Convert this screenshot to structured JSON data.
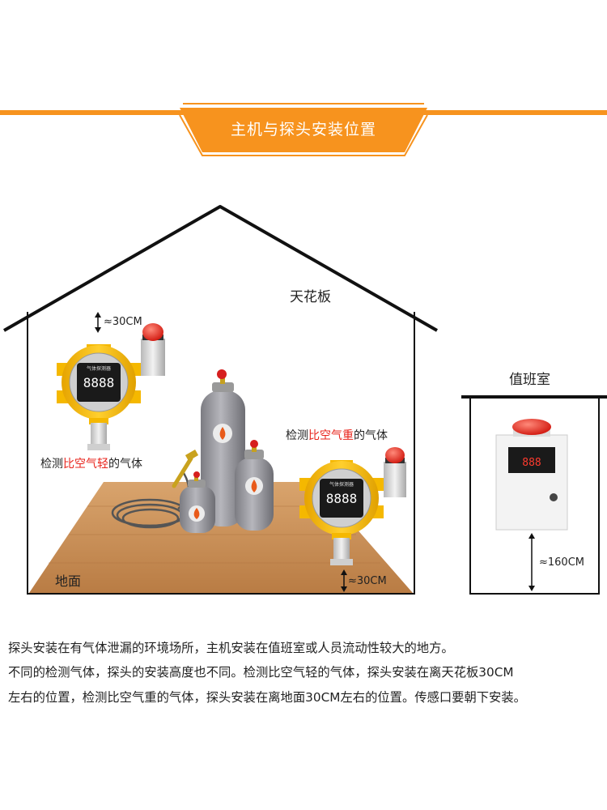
{
  "banner": {
    "title": "主机与探头安装位置"
  },
  "labels": {
    "ceiling": "天花板",
    "floor": "地面",
    "duty_room": "值班室",
    "dist_top": "≈30CM",
    "dist_bottom": "≈30CM",
    "dist_host": "≈160CM",
    "light_gas": {
      "prefix": "检测",
      "highlight": "比空气轻",
      "suffix": "的气体"
    },
    "heavy_gas": {
      "prefix": "检测",
      "highlight": "比空气重",
      "suffix": "的气体"
    },
    "detector_screen_title": "气体探测器",
    "detector_readout": "8888",
    "host_readout": "888"
  },
  "description": [
    "探头安装在有气体泄漏的环境场所，主机安装在值班室或人员流动性较大的地方。",
    "不同的检测气体，探头的安装高度也不同。检测比空气轻的气体，探头安装在离天花板30CM",
    "左右的位置，检测比空气重的气体，探头安装在离地面30CM左右的位置。传感口要朝下安装。"
  ],
  "colors": {
    "accent": "#f7931e",
    "highlight": "#e8241c",
    "detector_yellow": "#f5b800",
    "alarm_red": "#e8241c",
    "floor_wood": "#c98f55",
    "cylinder_gray": "#8f8f94"
  }
}
